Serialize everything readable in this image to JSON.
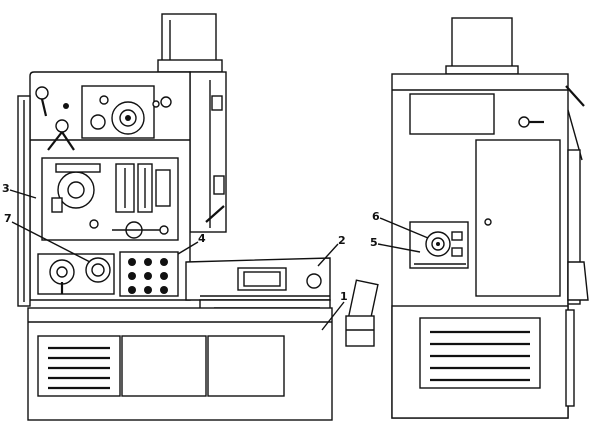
{
  "callouts": [
    {
      "id": "c1",
      "text": "1"
    },
    {
      "id": "c2",
      "text": "2"
    },
    {
      "id": "c3",
      "text": "3"
    },
    {
      "id": "c4",
      "text": "4"
    },
    {
      "id": "c5",
      "text": "5"
    },
    {
      "id": "c6",
      "text": "6"
    },
    {
      "id": "c7",
      "text": "7"
    }
  ]
}
